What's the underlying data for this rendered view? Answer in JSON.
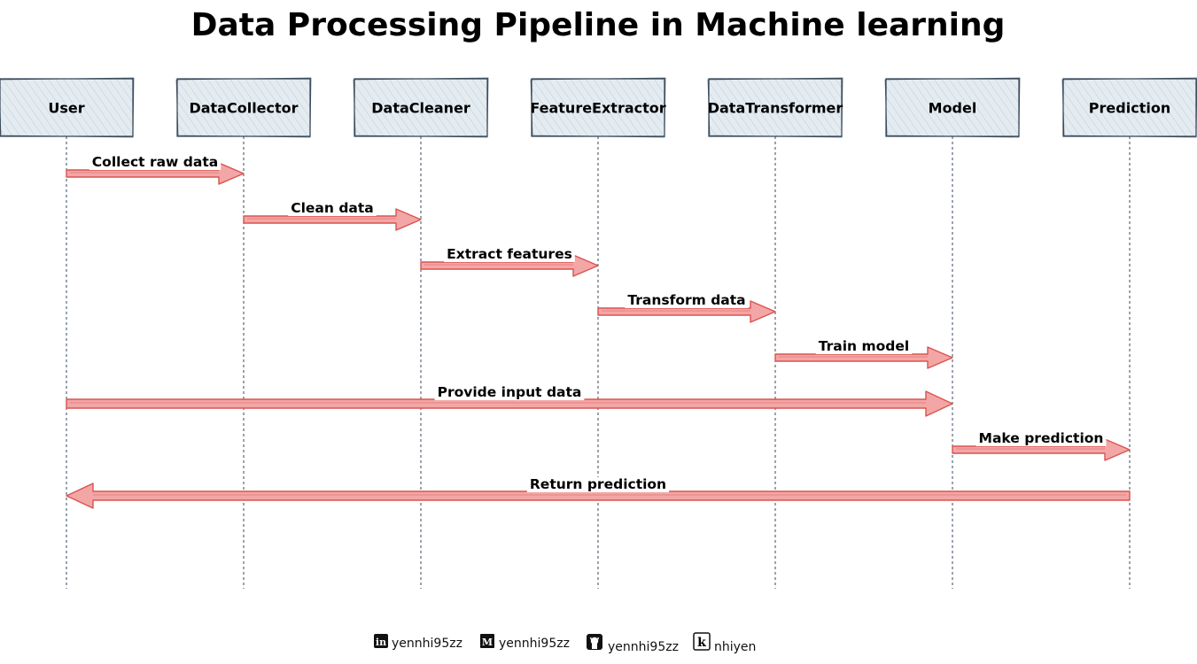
{
  "title": "Data Processing Pipeline in Machine learning",
  "colors": {
    "participant_fill": "#e4ecf1",
    "participant_hatch": "#b9c7d1",
    "participant_border": "#2d3e4f",
    "lifeline": "#34495e",
    "arrow_fill": "#f3a6a6",
    "arrow_stroke": "#d9534f",
    "label_background": "#ffffff"
  },
  "participants": [
    {
      "id": "user",
      "label": "User"
    },
    {
      "id": "datacollector",
      "label": "DataCollector"
    },
    {
      "id": "datacleaner",
      "label": "DataCleaner"
    },
    {
      "id": "featureextractor",
      "label": "FeatureExtractor"
    },
    {
      "id": "datatransformer",
      "label": "DataTransformer"
    },
    {
      "id": "model",
      "label": "Model"
    },
    {
      "id": "prediction",
      "label": "Prediction"
    }
  ],
  "messages": [
    {
      "from": 0,
      "to": 1,
      "label": "Collect raw data"
    },
    {
      "from": 1,
      "to": 2,
      "label": "Clean data"
    },
    {
      "from": 2,
      "to": 3,
      "label": "Extract features"
    },
    {
      "from": 3,
      "to": 4,
      "label": "Transform data"
    },
    {
      "from": 4,
      "to": 5,
      "label": "Train model"
    },
    {
      "from": 0,
      "to": 5,
      "label": "Provide input data"
    },
    {
      "from": 5,
      "to": 6,
      "label": "Make prediction"
    },
    {
      "from": 6,
      "to": 0,
      "label": "Return prediction"
    }
  ],
  "footer": [
    {
      "icon": "linkedin-icon",
      "text": "yennhi95zz"
    },
    {
      "icon": "medium-icon",
      "text": "yennhi95zz"
    },
    {
      "icon": "github-icon",
      "text": "yennhi95zz"
    },
    {
      "icon": "kaggle-icon",
      "text": "nhiyen"
    }
  ]
}
